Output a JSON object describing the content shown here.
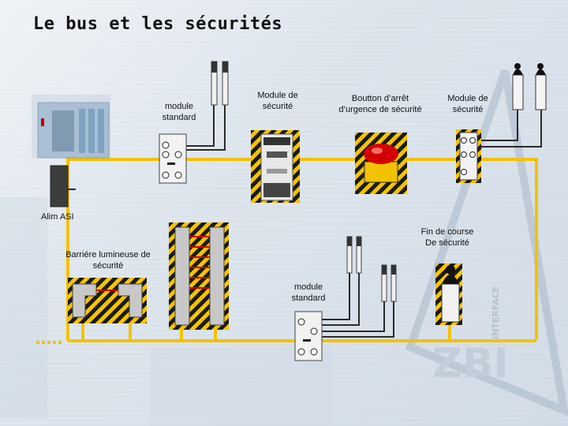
{
  "title": "Le bus et les sécurités",
  "labels": {
    "module_standard_top": [
      "module",
      "standard"
    ],
    "module_securite_1": [
      "Module de",
      "sécurité"
    ],
    "bouton_arret": [
      "Boutton d’arrêt",
      "d’urgence  de sécurité"
    ],
    "module_securite_2": [
      "Module de",
      "sécurité"
    ],
    "alim": "Alim ASI",
    "fin_course": [
      "Fin de course",
      "De sécurité"
    ],
    "barriere": [
      "Barriére lumineuse de",
      "sécurité"
    ],
    "module_standard_bottom": [
      "module",
      "standard"
    ]
  },
  "watermark": "INTERFACE",
  "colors": {
    "bus": "#f2c200",
    "wire": "#2b2b2b",
    "hazard_yellow": "#f5c400",
    "hazard_black": "#1a1a1a",
    "stop_red": "#d40000",
    "beam_red": "#cc0000"
  }
}
